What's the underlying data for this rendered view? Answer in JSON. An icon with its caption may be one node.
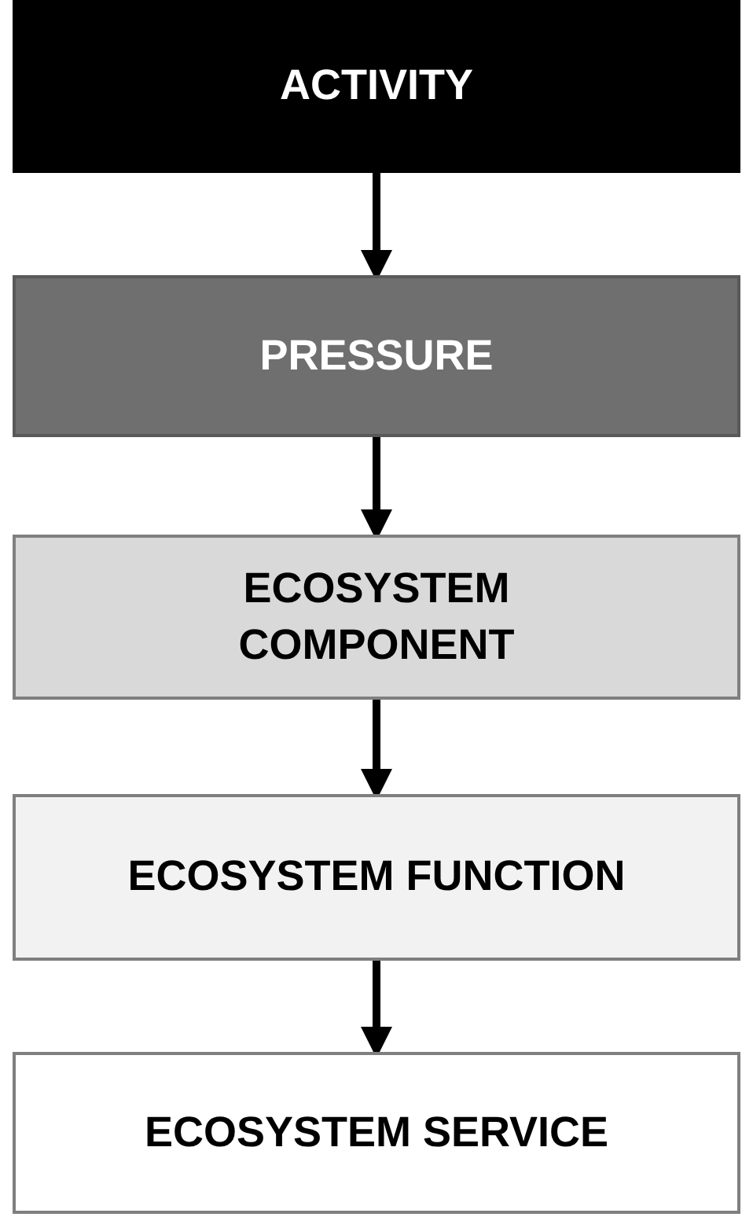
{
  "diagram": {
    "nodes": [
      {
        "text": [
          "ACTIVITY"
        ]
      },
      {
        "text": [
          "PRESSURE"
        ]
      },
      {
        "text": [
          "ECOSYSTEM COMPONENT"
        ]
      },
      {
        "text": [
          "ECOSYSTEM FUNCTION"
        ]
      },
      {
        "text": [
          "ECOSYSTEM SERVICE"
        ]
      }
    ],
    "edges": [
      {
        "from": 0,
        "to": 1,
        "arrow": "to"
      },
      {
        "from": 1,
        "to": 2,
        "arrow": "to"
      },
      {
        "from": 2,
        "to": 3,
        "arrow": "to"
      },
      {
        "from": 3,
        "to": 4,
        "arrow": "to"
      }
    ]
  }
}
